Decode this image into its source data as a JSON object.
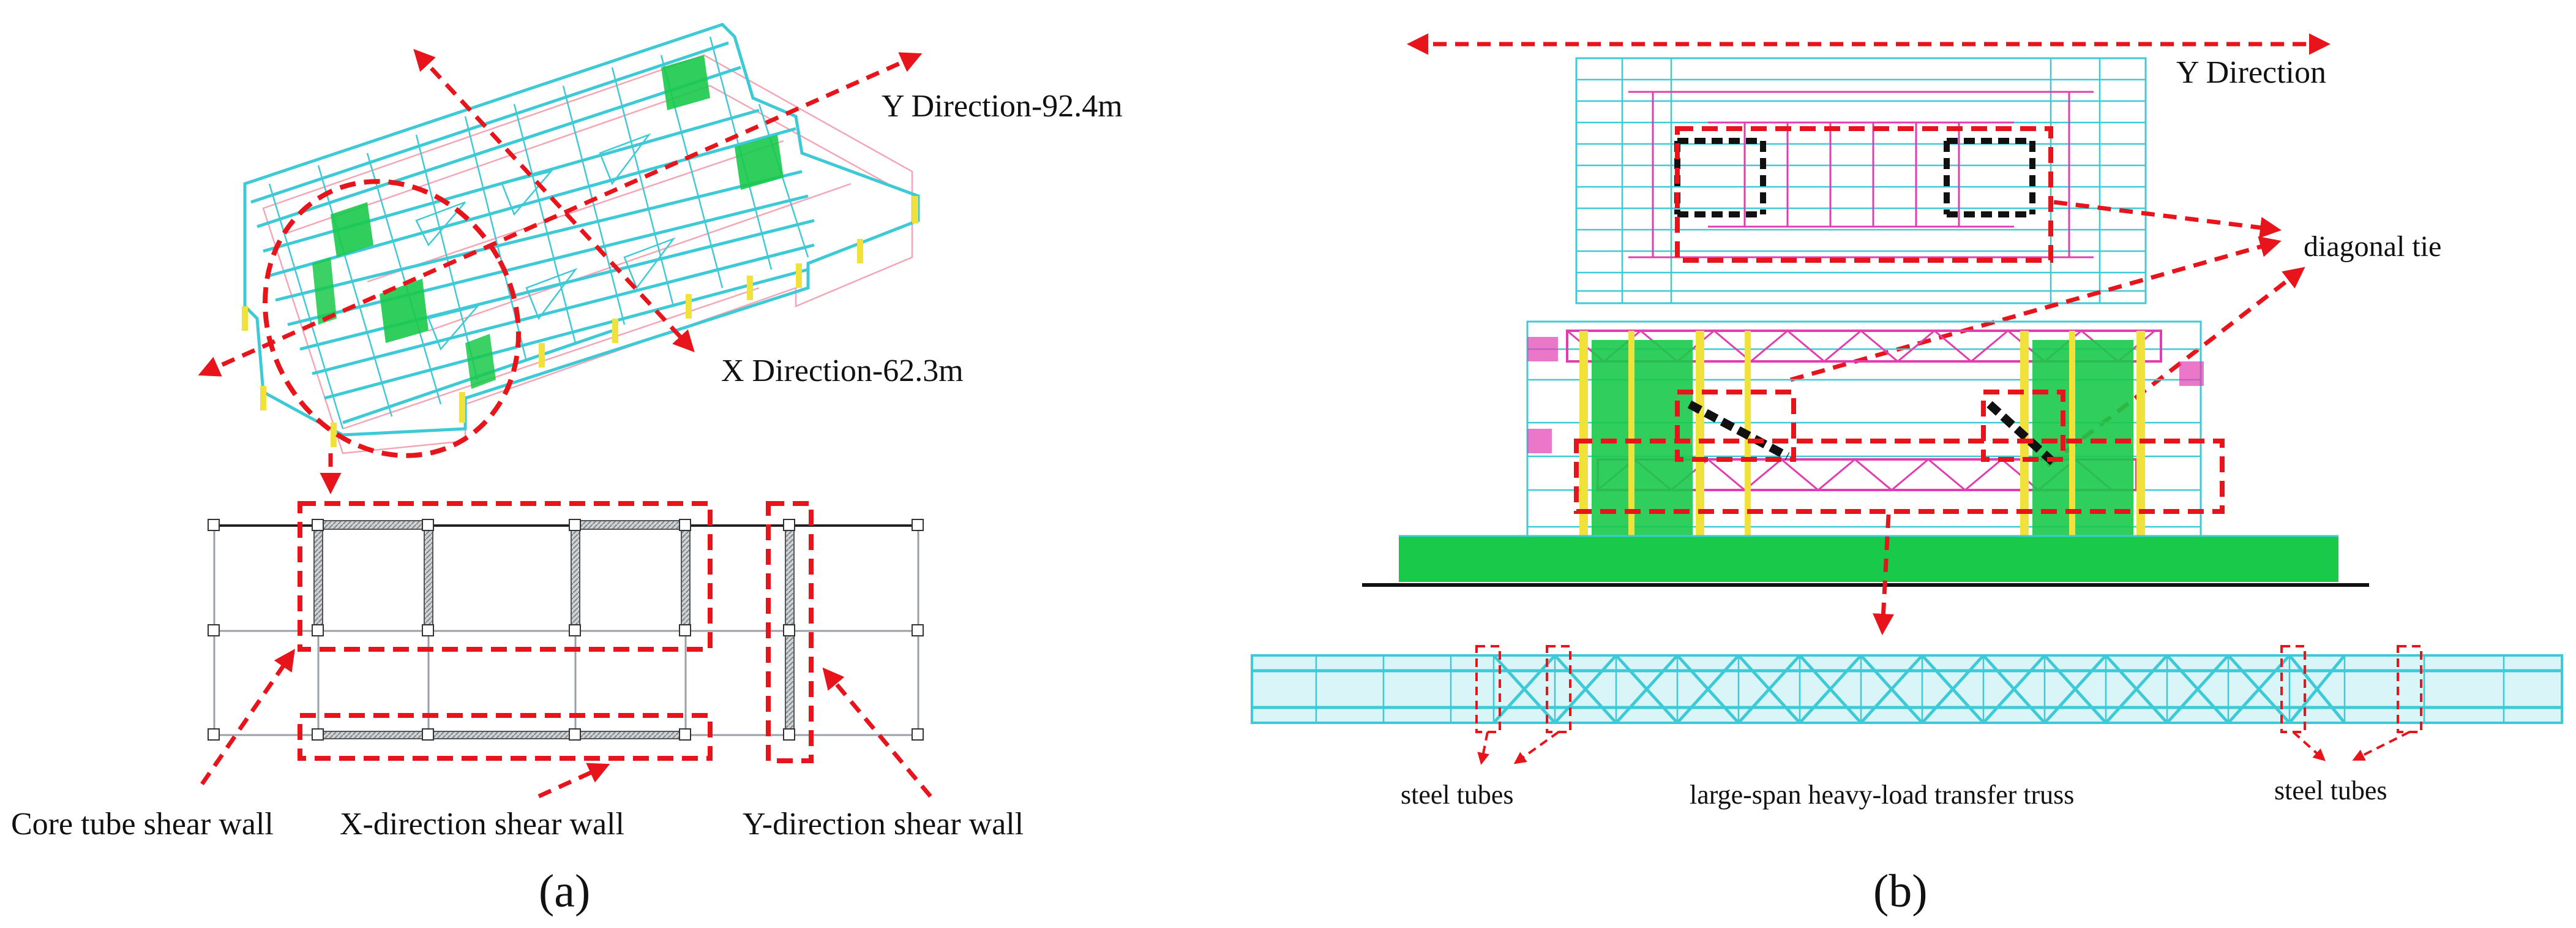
{
  "panel_a": {
    "label_a": "(a)",
    "y_direction": "Y Direction-92.4m",
    "x_direction": "X Direction-62.3m",
    "core_tube_shear_wall": "Core tube shear wall",
    "x_direction_shear_wall": "X-direction shear wall",
    "y_direction_shear_wall": "Y-direction shear wall"
  },
  "panel_b": {
    "label_b": "(b)",
    "y_direction": "Y Direction",
    "diagonal_tie": "diagonal tie",
    "steel_tubes_left": "steel tubes",
    "transfer_truss": "large-span heavy-load transfer truss",
    "steel_tubes_right": "steel tubes"
  },
  "colors": {
    "annotation_red": "#e8141c",
    "frame_cyan": "#3ec9d6",
    "wall_green": "#19c94a",
    "column_yellow": "#f0e23a",
    "beam_magenta": "#e23db0"
  }
}
